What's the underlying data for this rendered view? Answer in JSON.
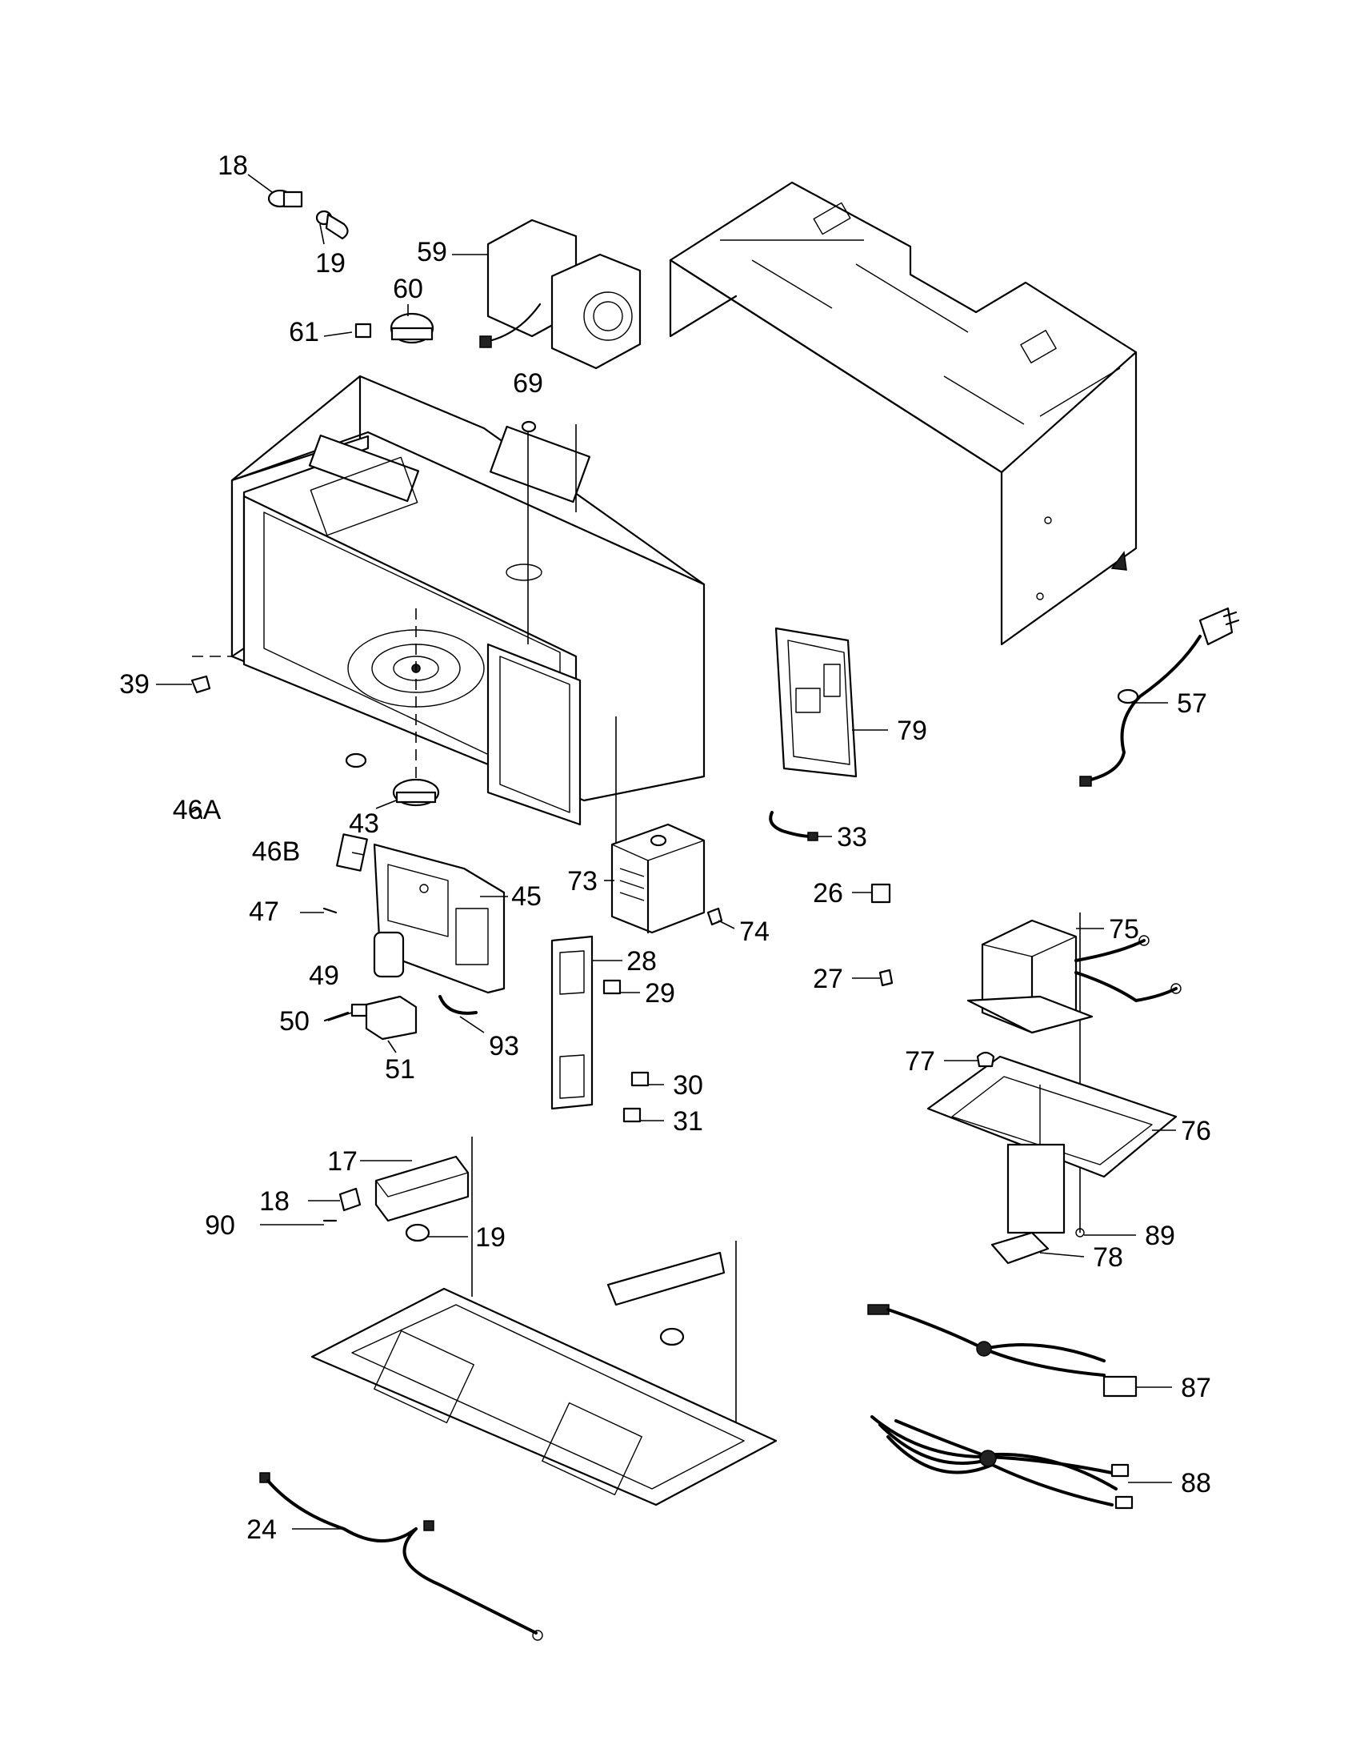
{
  "callouts": [
    {
      "id": "c18a",
      "text": "18"
    },
    {
      "id": "c19a",
      "text": "19"
    },
    {
      "id": "c59",
      "text": "59"
    },
    {
      "id": "c60",
      "text": "60"
    },
    {
      "id": "c61",
      "text": "61"
    },
    {
      "id": "c69",
      "text": "69"
    },
    {
      "id": "c57",
      "text": "57"
    },
    {
      "id": "c79",
      "text": "79"
    },
    {
      "id": "c39",
      "text": "39"
    },
    {
      "id": "c46A",
      "text": "46A"
    },
    {
      "id": "c43",
      "text": "43"
    },
    {
      "id": "c46B",
      "text": "46B"
    },
    {
      "id": "c45",
      "text": "45"
    },
    {
      "id": "c47",
      "text": "47"
    },
    {
      "id": "c33",
      "text": "33"
    },
    {
      "id": "c73",
      "text": "73"
    },
    {
      "id": "c74",
      "text": "74"
    },
    {
      "id": "c26",
      "text": "26"
    },
    {
      "id": "c75",
      "text": "75"
    },
    {
      "id": "c28",
      "text": "28"
    },
    {
      "id": "c49",
      "text": "49"
    },
    {
      "id": "c29",
      "text": "29"
    },
    {
      "id": "c27",
      "text": "27"
    },
    {
      "id": "c50",
      "text": "50"
    },
    {
      "id": "c93",
      "text": "93"
    },
    {
      "id": "c51",
      "text": "51"
    },
    {
      "id": "c77",
      "text": "77"
    },
    {
      "id": "c30",
      "text": "30"
    },
    {
      "id": "c31",
      "text": "31"
    },
    {
      "id": "c76",
      "text": "76"
    },
    {
      "id": "c17",
      "text": "17"
    },
    {
      "id": "c18b",
      "text": "18"
    },
    {
      "id": "c90",
      "text": "90"
    },
    {
      "id": "c19b",
      "text": "19"
    },
    {
      "id": "c89",
      "text": "89"
    },
    {
      "id": "c78",
      "text": "78"
    },
    {
      "id": "c87",
      "text": "87"
    },
    {
      "id": "c88",
      "text": "88"
    },
    {
      "id": "c24",
      "text": "24"
    }
  ]
}
